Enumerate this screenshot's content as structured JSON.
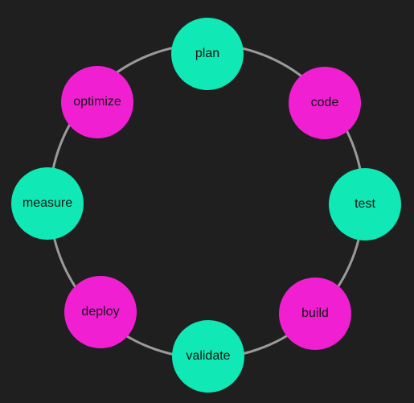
{
  "diagram": {
    "colors": {
      "background": "#1f1f1f",
      "ring": "#9a9a9a",
      "green": "#10e8b5",
      "magenta": "#f020d2",
      "text": "#141414"
    },
    "nodes": [
      {
        "id": "plan",
        "label": "plan",
        "color": "green"
      },
      {
        "id": "code",
        "label": "code",
        "color": "magenta"
      },
      {
        "id": "test",
        "label": "test",
        "color": "green"
      },
      {
        "id": "build",
        "label": "build",
        "color": "magenta"
      },
      {
        "id": "validate",
        "label": "validate",
        "color": "green"
      },
      {
        "id": "deploy",
        "label": "deploy",
        "color": "magenta"
      },
      {
        "id": "measure",
        "label": "measure",
        "color": "green"
      },
      {
        "id": "optimize",
        "label": "optimize",
        "color": "magenta"
      }
    ]
  }
}
